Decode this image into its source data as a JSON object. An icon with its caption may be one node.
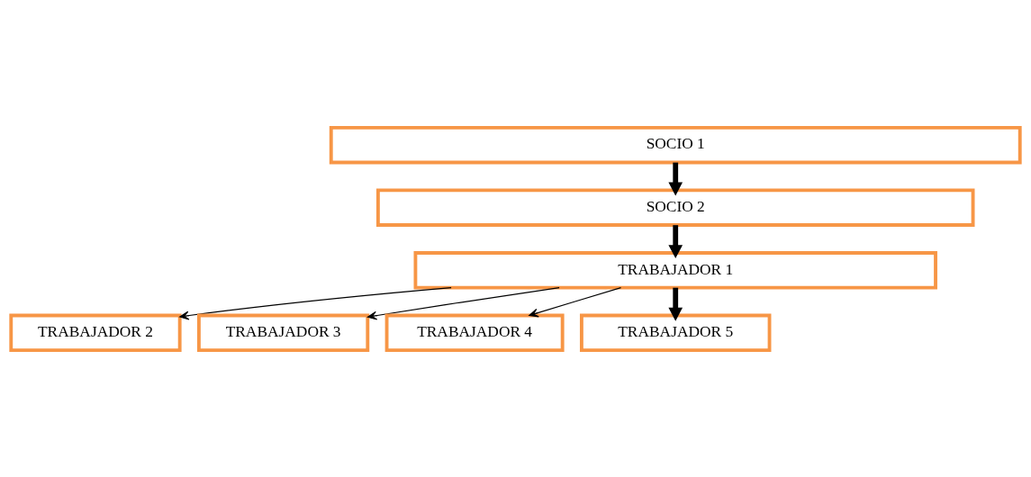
{
  "diagram": {
    "nodes": [
      {
        "text": [
          "SOCIO 1"
        ]
      },
      {
        "text": [
          "SOCIO 2"
        ]
      },
      {
        "text": [
          "TRABAJADOR 1"
        ]
      },
      {
        "text": [
          "TRABAJADOR 2"
        ]
      },
      {
        "text": [
          "TRABAJADOR 3"
        ]
      },
      {
        "text": [
          "TRABAJADOR 4"
        ]
      },
      {
        "text": [
          "TRABAJADOR 5"
        ]
      }
    ],
    "edges": [
      {
        "from": 0,
        "to": 1,
        "arrow": "to",
        "style": "thick"
      },
      {
        "from": 1,
        "to": 2,
        "arrow": "to",
        "style": "thick"
      },
      {
        "from": 2,
        "to": 3,
        "arrow": "to"
      },
      {
        "from": 2,
        "to": 4,
        "arrow": "to"
      },
      {
        "from": 2,
        "to": 5,
        "arrow": "to"
      },
      {
        "from": 2,
        "to": 6,
        "arrow": "to",
        "style": "thick"
      }
    ]
  }
}
